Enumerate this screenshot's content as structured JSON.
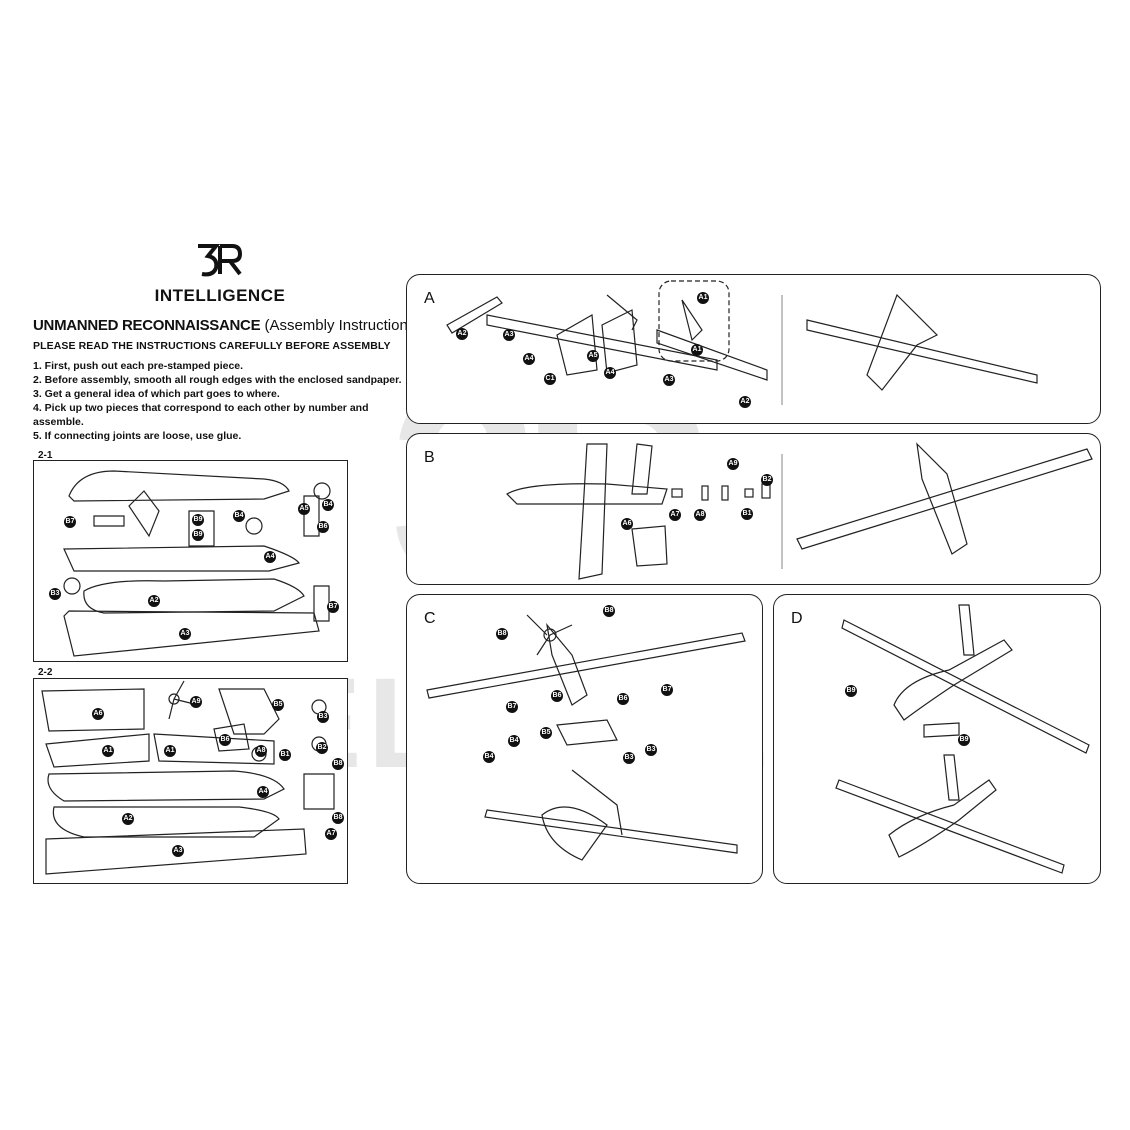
{
  "brand": {
    "logo_text": "3R",
    "name": "INTELLIGENCE"
  },
  "title": {
    "bold": "UNMANNED RECONNAISSANCE",
    "normal": " (Assembly Instructions)"
  },
  "warning": "PLEASE READ THE INSTRUCTIONS CAREFULLY BEFORE ASSEMBLY",
  "steps": [
    "1.  First, push out each pre-stamped piece.",
    "2. Before assembly, smooth all rough edges with the enclosed sandpaper.",
    "3. Get a general idea of which part goes to where.",
    "4. Pick up two pieces that correspond to each other by number and",
    "     assemble.",
    "5. If connecting joints are loose, use glue."
  ],
  "sheets": [
    {
      "label": "2-1",
      "parts": [
        "B7",
        "B9",
        "B9",
        "B4",
        "A5",
        "B4",
        "B6",
        "A4",
        "B3",
        "A2",
        "B7",
        "A3"
      ]
    },
    {
      "label": "2-2",
      "parts": [
        "A6",
        "A9",
        "B5",
        "B3",
        "B6",
        "A8",
        "B1",
        "B2",
        "A1",
        "A1",
        "A4",
        "B8",
        "A2",
        "B8",
        "A7",
        "A3"
      ]
    }
  ],
  "panels": [
    {
      "letter": "A",
      "parts": [
        "A2",
        "A3",
        "A4",
        "C1",
        "A5",
        "A4",
        "A3",
        "A2",
        "A1",
        "A1"
      ]
    },
    {
      "letter": "B",
      "parts": [
        "A9",
        "B2",
        "A7",
        "A8",
        "B1",
        "A6"
      ]
    },
    {
      "letter": "C",
      "parts": [
        "B8",
        "B8",
        "B7",
        "B6",
        "B6",
        "B7",
        "B5",
        "B4",
        "B4",
        "B3",
        "B3"
      ]
    },
    {
      "letter": "D",
      "parts": [
        "B9",
        "B9"
      ]
    }
  ],
  "watermark": {
    "big": "3R",
    "word": "INTELLIGENCE"
  }
}
